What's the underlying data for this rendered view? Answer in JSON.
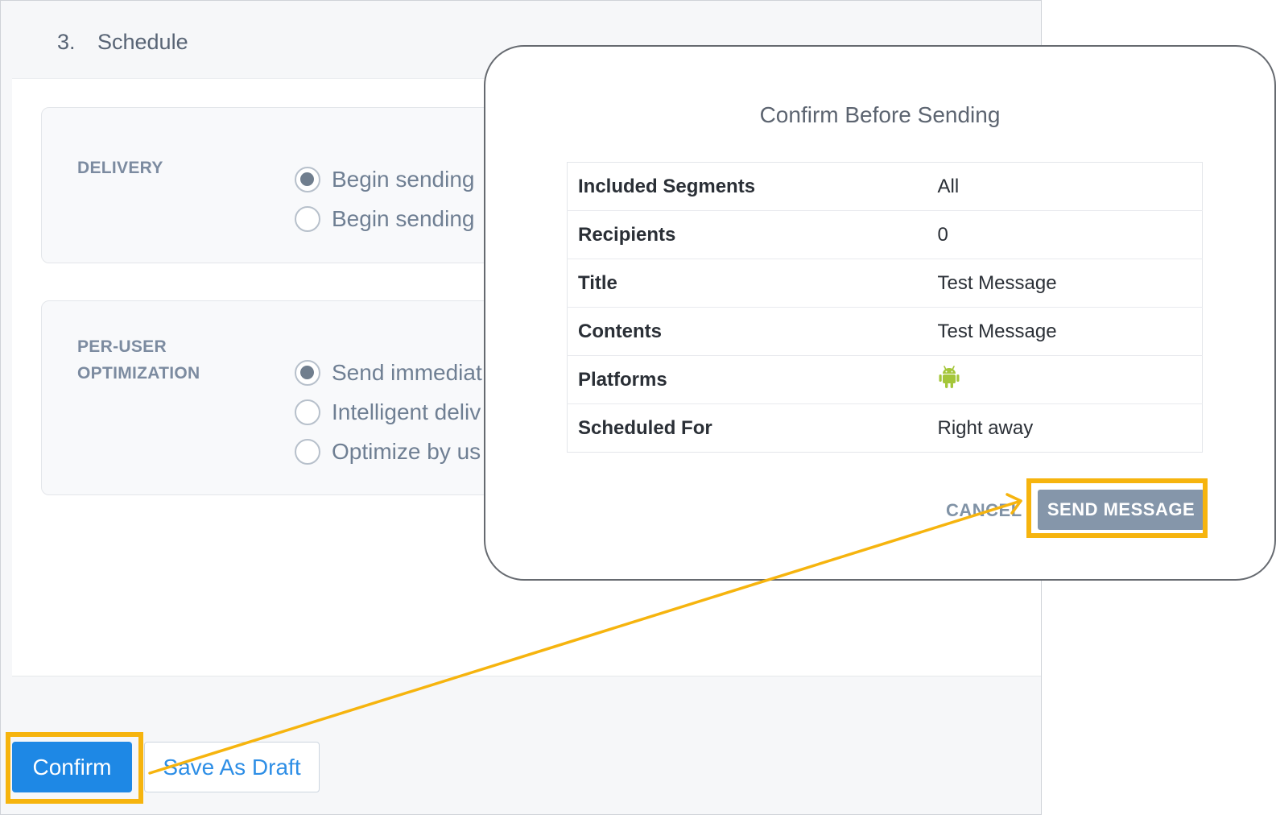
{
  "section": {
    "number": "3.",
    "title": "Schedule"
  },
  "delivery": {
    "label": "DELIVERY",
    "options": [
      {
        "label": "Begin sending",
        "selected": true
      },
      {
        "label": "Begin sending",
        "selected": false
      }
    ]
  },
  "optimization": {
    "label": "PER-USER OPTIMIZATION",
    "options": [
      {
        "label": "Send immediat",
        "selected": true
      },
      {
        "label": "Intelligent deliv",
        "selected": false
      },
      {
        "label": "Optimize by us",
        "selected": false
      }
    ]
  },
  "footer": {
    "confirm_label": "Confirm",
    "draft_label": "Save As Draft"
  },
  "modal": {
    "title": "Confirm Before Sending",
    "rows": [
      {
        "key": "Included Segments",
        "value": "All"
      },
      {
        "key": "Recipients",
        "value": "0"
      },
      {
        "key": "Title",
        "value": "Test Message"
      },
      {
        "key": "Contents",
        "value": "Test Message"
      },
      {
        "key": "Platforms",
        "value": "",
        "icon": "android-icon"
      },
      {
        "key": "Scheduled For",
        "value": "Right away"
      }
    ],
    "cancel_label": "CANCEL",
    "send_label": "SEND MESSAGE"
  },
  "colors": {
    "primary": "#1e88e5",
    "highlight": "#f6b40e",
    "send_button": "#8596aa",
    "android": "#a4c639"
  }
}
